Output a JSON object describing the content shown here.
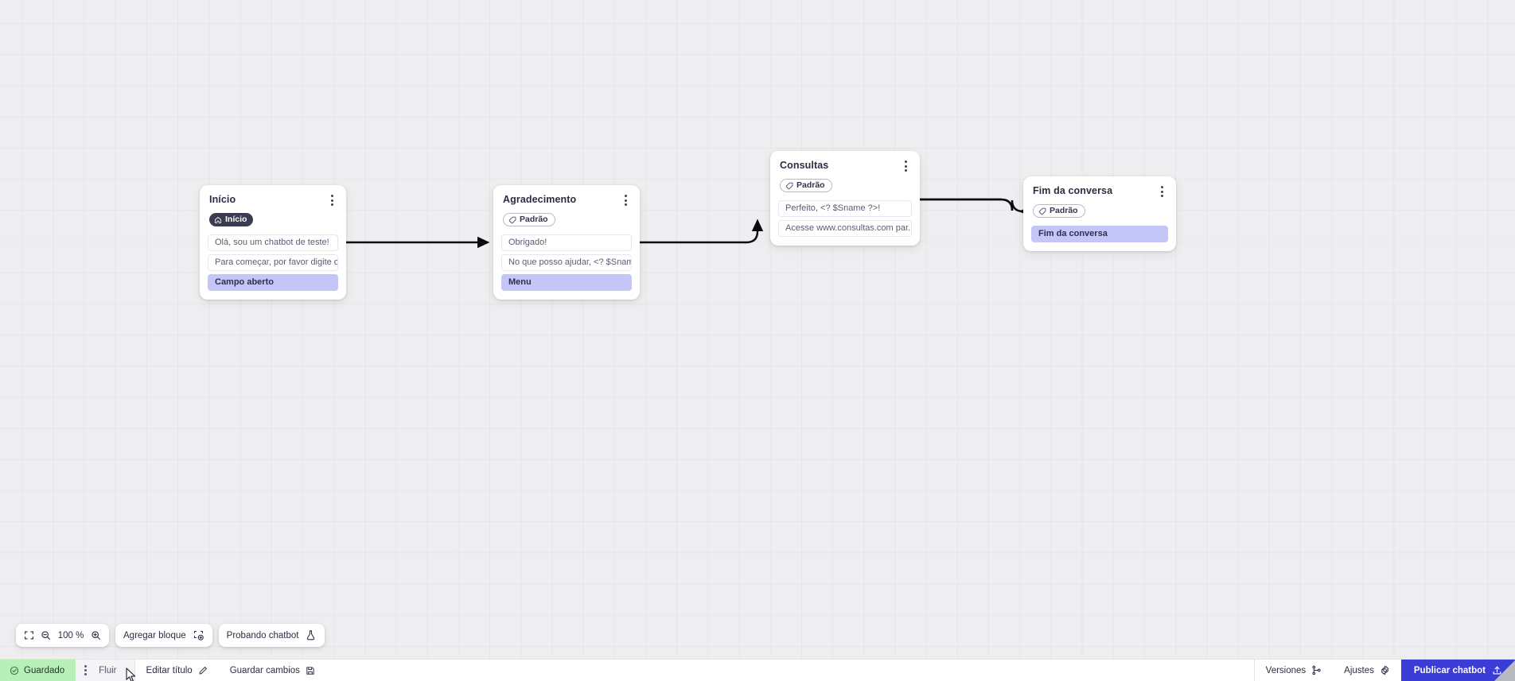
{
  "canvas": {
    "nodes": [
      {
        "id": "inicio",
        "title": "Início",
        "badge": {
          "label": "Início",
          "icon": "home-icon",
          "style": "dark"
        },
        "fields": [
          {
            "text": "Olá, sou um chatbot de teste!",
            "type": "message"
          },
          {
            "text": "Para começar, por favor digite o ...",
            "type": "message"
          },
          {
            "text": "Campo aberto",
            "type": "action"
          }
        ]
      },
      {
        "id": "agradecimento",
        "title": "Agradecimento",
        "badge": {
          "label": "Padrão",
          "icon": "tag-icon",
          "style": "outline"
        },
        "fields": [
          {
            "text": "Obrigado!",
            "type": "message"
          },
          {
            "text": "No que posso ajudar, <? $Sname ...",
            "type": "message"
          },
          {
            "text": "Menu",
            "type": "action"
          }
        ]
      },
      {
        "id": "consultas",
        "title": "Consultas",
        "badge": {
          "label": "Padrão",
          "icon": "tag-icon",
          "style": "outline"
        },
        "fields": [
          {
            "text": "Perfeito, <? $Sname ?>!",
            "type": "message"
          },
          {
            "text": "Acesse www.consultas.com par...",
            "type": "message"
          }
        ]
      },
      {
        "id": "fim",
        "title": "Fim da conversa",
        "badge": {
          "label": "Padrão",
          "icon": "tag-icon",
          "style": "outline"
        },
        "fields": [
          {
            "text": "Fim da conversa",
            "type": "action"
          }
        ]
      }
    ]
  },
  "toolbar": {
    "fit_icon": "fit-screen-icon",
    "zoom_out_icon": "zoom-out-icon",
    "zoom_in_icon": "zoom-in-icon",
    "zoom_value": "100 %",
    "add_block_label": "Agregar bloque",
    "add_block_icon": "add-block-icon",
    "test_chatbot_label": "Probando chatbot",
    "test_chatbot_icon": "flask-icon"
  },
  "statusbar": {
    "saved_label": "Guardado",
    "saved_icon": "check-circle-icon",
    "kebab_icon": "more-vertical-icon",
    "flow_tab_label": "Fluir",
    "edit_title_label": "Editar título",
    "edit_title_icon": "pencil-icon",
    "save_changes_label": "Guardar cambios",
    "save_changes_icon": "save-disk-icon",
    "versions_label": "Versiones",
    "versions_icon": "branch-icon",
    "settings_label": "Ajustes",
    "settings_icon": "gear-icon",
    "publish_label": "Publicar chatbot",
    "publish_icon": "upload-icon"
  },
  "colors": {
    "canvas_bg": "#eeeef0",
    "accent_blue": "#3b3bd6",
    "action_chip": "#c3c6f6",
    "saved_green": "#b8eeb8",
    "badge_dark": "#3a3b50"
  }
}
